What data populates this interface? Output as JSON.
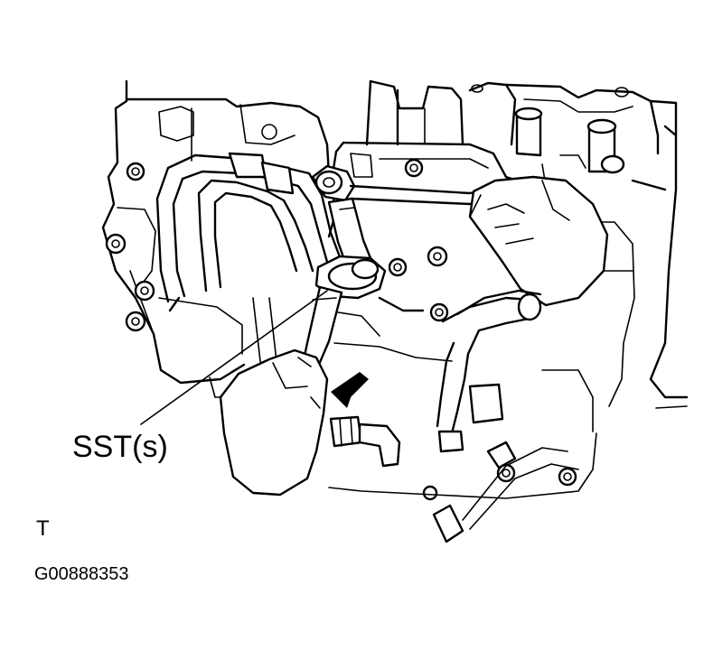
{
  "labels": {
    "callout": "SST(s)",
    "view_letter": "T",
    "figure_code": "G00888353"
  },
  "colors": {
    "line": "#000000",
    "background": "#ffffff"
  }
}
